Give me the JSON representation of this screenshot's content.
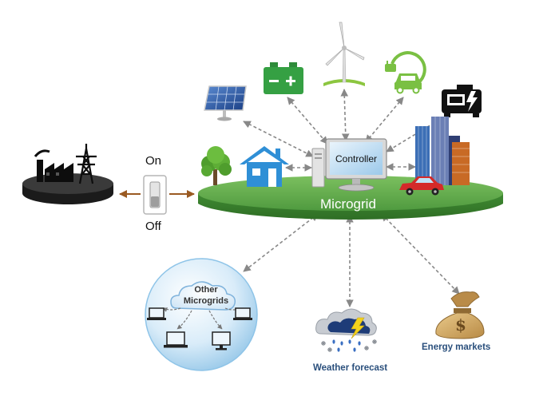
{
  "switch": {
    "on_label": "On",
    "off_label": "Off"
  },
  "controller": {
    "label": "Controller"
  },
  "microgrid": {
    "label": "Microgrid"
  },
  "other_microgrids": {
    "line1": "Other",
    "line2": "Microgrids"
  },
  "weather": {
    "label": "Weather forecast"
  },
  "markets": {
    "label": "Energy markets"
  },
  "colors": {
    "grid_green": "#4a9a3c",
    "arrow_gray": "#888888",
    "link_brown": "#9a5a22",
    "house_blue": "#2f8fd6",
    "label_blue": "#2a4f7c"
  },
  "icons": [
    "factory-icon",
    "power-tower-icon",
    "toggle-switch-icon",
    "tree-icon",
    "house-icon",
    "solar-panel-icon",
    "battery-icon",
    "wind-turbine-icon",
    "ev-charger-icon",
    "generator-icon",
    "skyscrapers-icon",
    "car-icon",
    "computer-monitor-icon",
    "cloud-icon",
    "laptop-icon",
    "storm-cloud-icon",
    "money-bag-icon"
  ]
}
